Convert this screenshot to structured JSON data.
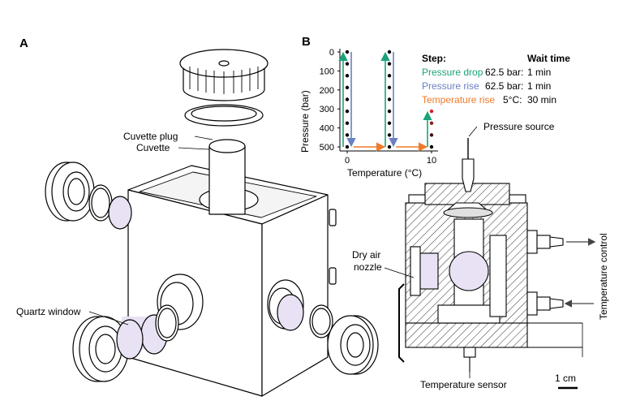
{
  "panels": {
    "a": "A",
    "b": "B"
  },
  "labels": {
    "cuvette_plug": "Cuvette plug",
    "cuvette": "Cuvette",
    "quartz_window": "Quartz window",
    "pressure_source": "Pressure source",
    "dry_air_nozzle_1": "Dry air",
    "dry_air_nozzle_2": "nozzle",
    "temperature_control": "Temperature control",
    "temperature_sensor": "Temperature sensor",
    "scale": "1 cm"
  },
  "legend": {
    "step_header": "Step:",
    "wait_header": "Wait time",
    "rows": [
      {
        "name": "Pressure drop",
        "amount": "62.5 bar:",
        "wait": "1 min",
        "color": "#1aa37a"
      },
      {
        "name": "Pressure rise",
        "amount": "62.5 bar:",
        "wait": "1 min",
        "color": "#6a7fc4"
      },
      {
        "name": "Temperature rise",
        "amount": "5°C:",
        "wait": "30 min",
        "color": "#f07a2a"
      }
    ]
  },
  "chart_data": {
    "type": "scatter",
    "xlabel": "Temperature (°C)",
    "ylabel": "Pressure (bar)",
    "xlim": [
      0,
      10
    ],
    "ylim": [
      500,
      0
    ],
    "xticks": [
      "0",
      "10"
    ],
    "yticks": [
      "0",
      "100",
      "200",
      "300",
      "400",
      "500"
    ],
    "series": [
      {
        "x": 0,
        "pressures": [
          0,
          62.5,
          125,
          187.5,
          250,
          312.5,
          375,
          437.5,
          500
        ],
        "color": "#000000"
      },
      {
        "x": 5,
        "pressures": [
          0,
          62.5,
          125,
          187.5,
          250,
          312.5,
          375,
          437.5,
          500
        ],
        "color": "#000000"
      },
      {
        "x": 10,
        "pressures": [
          312.5,
          375,
          437.5,
          500
        ],
        "colors": [
          "#d62020",
          "#8a1a1a",
          "#4a0a0a",
          "#000000"
        ]
      }
    ],
    "steps": [
      {
        "kind": "pressure_drop",
        "x": 0,
        "from": 500,
        "to": 0
      },
      {
        "kind": "pressure_rise",
        "x": 0,
        "from": 0,
        "to": 500
      },
      {
        "kind": "temperature_rise",
        "from_x": 0,
        "to_x": 5,
        "p": 500
      },
      {
        "kind": "pressure_drop",
        "x": 5,
        "from": 500,
        "to": 0
      },
      {
        "kind": "pressure_rise",
        "x": 5,
        "from": 0,
        "to": 500
      },
      {
        "kind": "temperature_rise",
        "from_x": 5,
        "to_x": 10,
        "p": 500
      },
      {
        "kind": "pressure_drop",
        "x": 10,
        "from": 500,
        "to": 312.5
      }
    ]
  }
}
